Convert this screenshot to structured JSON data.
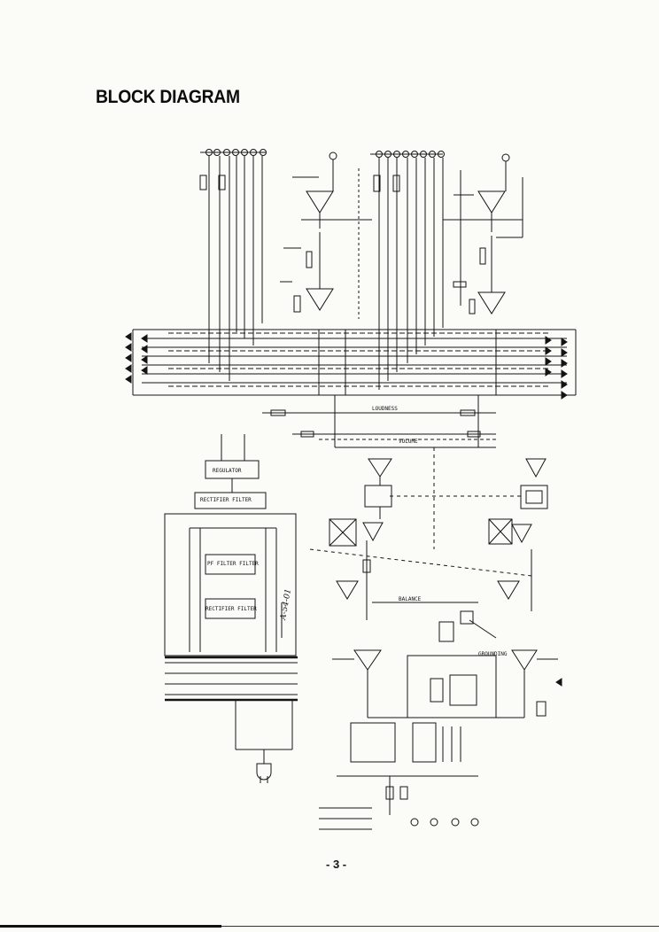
{
  "page": {
    "title": "BLOCK DIAGRAM",
    "page_number": "- 3 -"
  },
  "blocks": {
    "regulator": "REGULATOR",
    "rectifier_filter": "RECTIFIER FILTER",
    "pf_filter": "PF FILTER FILTER",
    "rectifier_filter_2": "RECTIFIER FILTER",
    "loudness": "LOUDNESS",
    "volume": "VOLUME",
    "balance": "BALANCE",
    "grounding": "GROUNDING"
  },
  "annotation": {
    "handwritten": "A-54-01"
  },
  "colors": {
    "ink": "#111111",
    "paper": "#fbfbf8"
  }
}
